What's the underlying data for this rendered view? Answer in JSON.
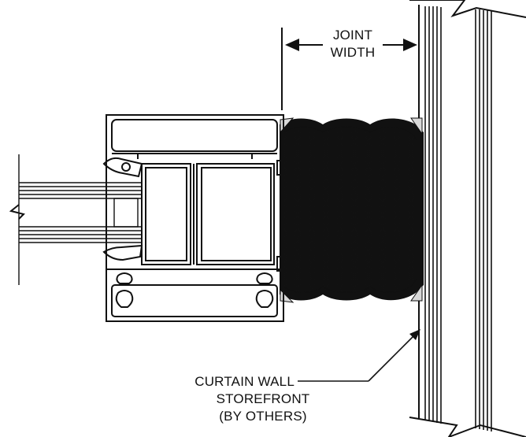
{
  "labels": {
    "joint_line1": "JOINT",
    "joint_line2": "WIDTH",
    "curtain_line1": "CURTAIN WALL",
    "curtain_line2": "STOREFRONT",
    "curtain_line3": "(BY OTHERS)"
  },
  "colors": {
    "ink": "#111111",
    "fill_light": "#ffffff",
    "sealant": "#111111"
  }
}
